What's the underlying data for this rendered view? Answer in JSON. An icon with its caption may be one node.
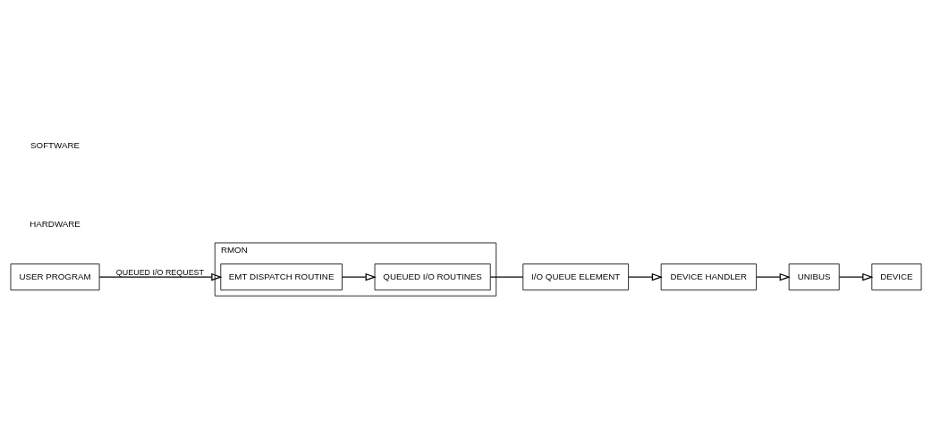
{
  "diagram": {
    "nodes": [
      {
        "text": [
          "RMON"
        ]
      },
      {
        "text": [
          "QUEUED I/O ROUTINES"
        ],
        "in": 0
      },
      {
        "text": [
          "EMT DISPATCH ROUTINE"
        ],
        "in": 0
      },
      {
        "text": [
          "I/O QUEUE ELEMENT"
        ]
      },
      {
        "text": [
          "DEVICE HANDLER"
        ]
      },
      {
        "text": [
          "UNIBUS"
        ]
      },
      {
        "text": [
          "DEVICE"
        ]
      },
      {
        "text": [
          "USER PROGRAM"
        ]
      }
    ],
    "edges": [
      {
        "from": 7,
        "to": 2,
        "arrow": "to",
        "label": "QUEUED I/O REQUEST"
      },
      {
        "from": 2,
        "to": 1,
        "arrow": "to"
      },
      {
        "from": 1,
        "to": 3,
        "arrow": "none"
      },
      {
        "from": 3,
        "to": 4,
        "arrow": "to"
      },
      {
        "from": 4,
        "to": 5,
        "arrow": "to"
      },
      {
        "from": 5,
        "to": 6,
        "arrow": "to"
      }
    ],
    "labels": [
      "SOFTWARE",
      "HARDWARE"
    ]
  }
}
